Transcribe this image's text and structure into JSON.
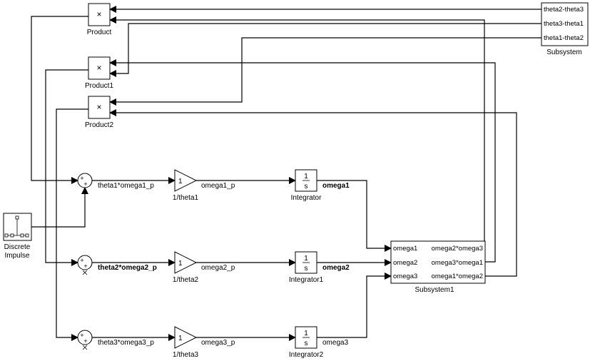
{
  "diagram": {
    "type": "simulink-block-diagram",
    "blocks": {
      "product": {
        "name": "Product",
        "glyph": "×"
      },
      "product1": {
        "name": "Product1",
        "glyph": "×"
      },
      "product2": {
        "name": "Product2",
        "glyph": "×"
      },
      "subsystem": {
        "name": "Subsystem",
        "outputs": [
          "theta2-theta3",
          "theta3-theta1",
          "theta1-theta2"
        ]
      },
      "discrete_impulse": {
        "name_line1": "Discrete",
        "name_line2": "Impulse"
      },
      "sum1": {
        "signs": "++"
      },
      "sum2": {
        "signs": "++"
      },
      "sum3": {
        "signs": "++"
      },
      "gain1": {
        "name": "1/theta1",
        "value": "1"
      },
      "gain2": {
        "name": "1/theta2",
        "value": "1"
      },
      "gain3": {
        "name": "1/theta3",
        "value": "1"
      },
      "integrator": {
        "name": "Integrator",
        "num": "1",
        "den": "s"
      },
      "integrator1": {
        "name": "Integrator1",
        "num": "1",
        "den": "s"
      },
      "integrator2": {
        "name": "Integrator2",
        "num": "1",
        "den": "s"
      },
      "subsystem1": {
        "name": "Subsystem1",
        "inputs": [
          "omega1",
          "omega2",
          "omega3"
        ],
        "outputs": [
          "omega2*omega3",
          "omega3*omega1",
          "omega1*omega2"
        ]
      }
    },
    "signals": {
      "sum1_out": "theta1*omega1_p",
      "sum2_out": "theta2*omega2_p",
      "sum3_out": "theta3*omega3_p",
      "gain1_out": "omega1_p",
      "gain2_out": "omega2_p",
      "gain3_out": "omega3_p",
      "int1_out": "omega1",
      "int2_out": "omega2",
      "int3_out": "omega3"
    }
  }
}
